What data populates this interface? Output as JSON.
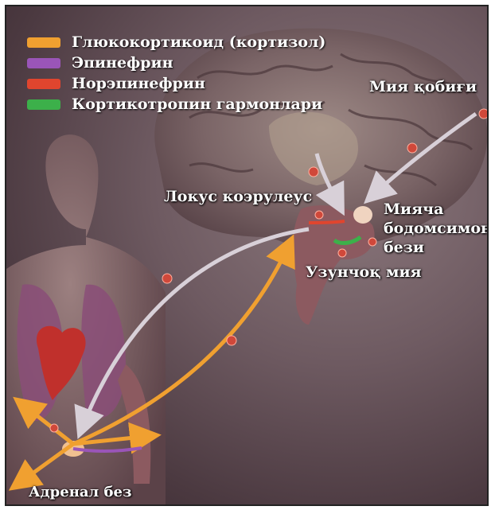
{
  "legend": [
    {
      "label": "Глюкокортикоид (кортизол)",
      "color": "#f0a030"
    },
    {
      "label": "Эпинефрин",
      "color": "#9a55b8"
    },
    {
      "label": "Норэпинефрин",
      "color": "#e0452e"
    },
    {
      "label": "Кортикотропин гармонлари",
      "color": "#3cb04a"
    }
  ],
  "labels": {
    "brain_cortex": "Мия қобиғи",
    "locus_coeruleus": "Локус коэрулеус",
    "amygdala_line1": "Мияча",
    "amygdala_line2": "бодомсимон",
    "amygdala_line3": "бези",
    "medulla": "Узунчоқ мия",
    "adrenal": "Адренал без"
  }
}
